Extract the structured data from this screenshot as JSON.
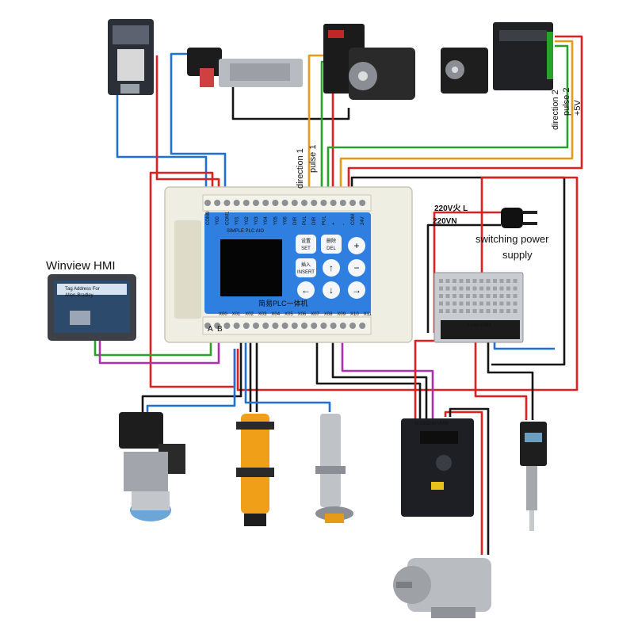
{
  "labels": {
    "hmi": "Winview HMI",
    "hmi_screen_line1": "Tag Address For",
    "hmi_screen_line2": "Allen-Bradley",
    "psu_title_line1": "switching power",
    "psu_title_line2": "supply",
    "ac_live": "220V火 L",
    "ac_neutral": "220VN",
    "psu_terminals": "+24V GND",
    "direction1": "direction 1",
    "pulse1": "pulse 1",
    "direction2": "direction 2",
    "pulse2": "pulse 2",
    "plus5v": "+5V",
    "rs485_a": "A",
    "rs485_b": "B",
    "vfd_terminals": "N GND AI UVW"
  },
  "plc": {
    "title_cn": "简易PLC一体机",
    "title_en": "SIMPLE PLC AIO",
    "keys": [
      {
        "cn": "设置",
        "en": "SET"
      },
      {
        "cn": "删除",
        "en": "DEL"
      },
      {
        "cn": "插入",
        "en": "INSERT"
      }
    ],
    "top_terminals": [
      "COM0",
      "Y00",
      "COM1",
      "Y01",
      "Y02",
      "Y03",
      "Y04",
      "Y05",
      "Y06",
      "DIR",
      "PUL",
      "DIR",
      "PUL",
      "+",
      "-",
      "COM",
      "24V"
    ],
    "bottom_terminals": [
      "X00",
      "X01",
      "X02",
      "X03",
      "X04",
      "X05",
      "X06",
      "X07",
      "X08",
      "X09",
      "X10",
      "X11"
    ],
    "arrows": [
      "↑",
      "↓",
      "←",
      "→",
      "+",
      "−"
    ]
  },
  "colors": {
    "blue": "#1f6fd6",
    "red": "#e02020",
    "black": "#151515",
    "orange": "#e59a1a",
    "yellow": "#e8c21a",
    "green": "#2aa12a",
    "purple": "#b02fb0",
    "plc_panel": "#2e7fe0",
    "plc_shell": "#efeee2"
  }
}
